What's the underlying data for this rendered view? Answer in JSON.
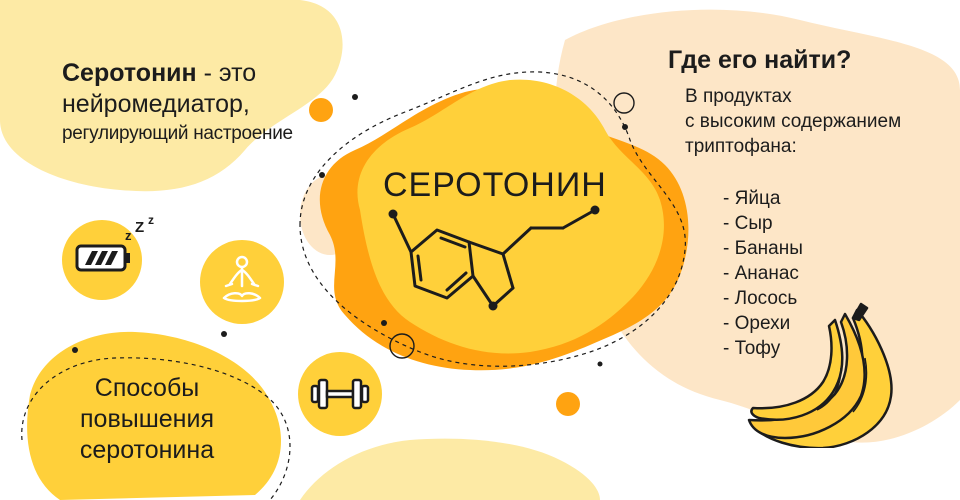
{
  "intro": {
    "term": "Серотонин",
    "term_rest": " - это",
    "line2": "нейромедиатор,",
    "line3": "регулирующий настроение"
  },
  "center": {
    "title": "СЕРОТОНИН"
  },
  "where": {
    "title": "Где его найти?",
    "desc": [
      "В продуктах",
      "с высоким содержанием",
      "триптофана:"
    ],
    "foods": [
      "- Яйца",
      "- Сыр",
      "- Бананы",
      "- Ананас",
      "- Лосось",
      "- Орехи",
      "- Тофу"
    ]
  },
  "ways": {
    "lines": [
      "Способы",
      "повышения",
      "серотонина"
    ]
  },
  "icons": [
    "battery-sleep-icon",
    "meditation-icon",
    "dumbbell-icon",
    "banana-icon",
    "serotonin-molecule-icon"
  ],
  "colors": {
    "light_peach": "#fde6c7",
    "pale_yellow": "#fdeaa5",
    "yellow": "#ffd03a",
    "orange": "#ffa311",
    "deep_orange": "#f98f10",
    "ink": "#1c1c1c"
  }
}
